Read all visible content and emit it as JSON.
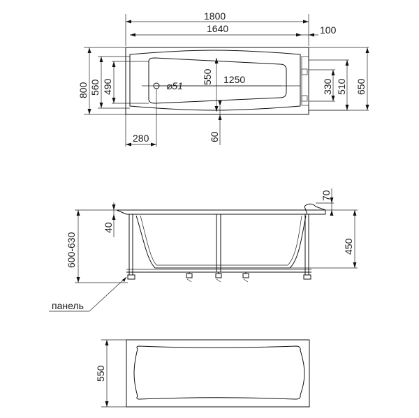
{
  "top_view": {
    "dims": {
      "overall_length": "1800",
      "bowl_length": "1640",
      "end_offset": "100",
      "inner_length": "1250",
      "overall_width": "800",
      "width_560": "560",
      "width_490": "490",
      "inner_width": "550",
      "drain_diameter": "⌀51",
      "width_330": "330",
      "width_510": "510",
      "width_650": "650",
      "drain_offset": "280",
      "rim_offset": "60"
    }
  },
  "side_view": {
    "dims": {
      "height_range": "600-630",
      "rim_thickness": "40",
      "headrest_height": "70",
      "depth": "450"
    },
    "panel_label": "панель"
  },
  "panel_view": {
    "dims": {
      "panel_height": "550"
    }
  }
}
